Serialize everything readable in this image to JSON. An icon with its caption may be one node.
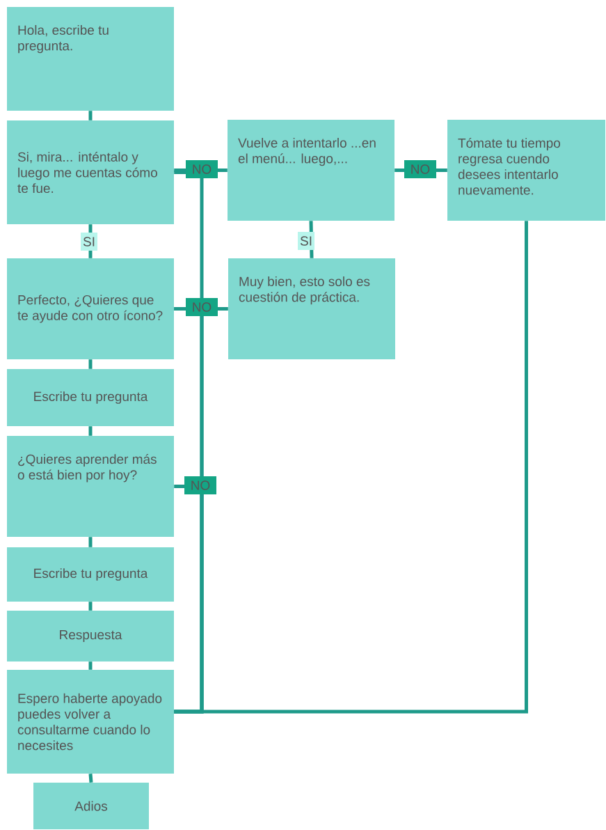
{
  "diagram": {
    "nodes": [
      {
        "text": [
          "Hola, escribe tu pregunta."
        ]
      },
      {
        "text": [
          "Si, mira... inténtalo y luego me cuentas cómo te fue."
        ]
      },
      {
        "text": [
          "Vuelve a intentarlo ...en el menú... luego,..."
        ]
      },
      {
        "text": [
          "Tómate tu tiempo regresa cuendo desees intentarlo nuevamente."
        ]
      },
      {
        "text": [
          "Perfecto, ¿Quieres que  te ayude con otro ícono?"
        ]
      },
      {
        "text": [
          "Muy bien, esto solo es cuestión de práctica."
        ]
      },
      {
        "text": [
          "Escribe tu pregunta"
        ]
      },
      {
        "text": [
          "¿Quieres aprender más o está bien por hoy?"
        ]
      },
      {
        "text": [
          "Escribe tu pregunta"
        ]
      },
      {
        "text": [
          "Respuesta"
        ]
      },
      {
        "text": [
          "Espero haberte apoyado puedes volver a consultarme cuando lo necesites"
        ]
      },
      {
        "text": [
          "Adios"
        ]
      }
    ],
    "edges": [
      {
        "from": 0,
        "to": 1,
        "arrow": "none"
      },
      {
        "from": 1,
        "to": 4,
        "arrow": "none",
        "label": "SI"
      },
      {
        "from": 1,
        "to": 2,
        "arrow": "none",
        "label": "NO"
      },
      {
        "from": 2,
        "to": 5,
        "arrow": "none",
        "label": "SI"
      },
      {
        "from": 2,
        "to": 3,
        "arrow": "none",
        "label": "NO"
      },
      {
        "from": 4,
        "to": 5,
        "arrow": "none",
        "label": "NO"
      },
      {
        "from": 4,
        "to": 6,
        "arrow": "none"
      },
      {
        "from": 6,
        "to": 7,
        "arrow": "none"
      },
      {
        "from": 7,
        "to": 8,
        "arrow": "none"
      },
      {
        "from": 8,
        "to": 9,
        "arrow": "none"
      },
      {
        "from": 9,
        "to": 10,
        "arrow": "none"
      },
      {
        "from": 10,
        "to": 11,
        "arrow": "none"
      },
      {
        "from": 1,
        "to": 10,
        "arrow": "none"
      },
      {
        "from": 4,
        "to": 10,
        "arrow": "none"
      },
      {
        "from": 7,
        "to": 10,
        "arrow": "none",
        "label": "NO"
      },
      {
        "from": 3,
        "to": 10,
        "arrow": "none"
      }
    ]
  }
}
